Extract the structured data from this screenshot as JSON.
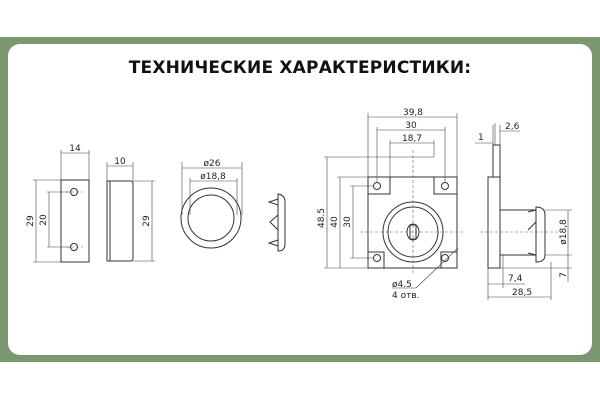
{
  "title": "ТЕХНИЧЕСКИЕ ХАРАКТЕРИСТИКИ:",
  "colors": {
    "frame": "#7a9770",
    "panel": "#ffffff",
    "line": "#333333"
  },
  "strike_plate": {
    "width": "14",
    "height": "29",
    "hole_spacing": "20"
  },
  "strike_side": {
    "depth": "10",
    "height": "29"
  },
  "rosette": {
    "outer_diameter": "ø26",
    "inner_diameter": "ø18,8"
  },
  "lock_front": {
    "width": "39,8",
    "hole_spacing_h": "30",
    "notch_width": "18,7",
    "total_height": "48.5",
    "body_height": "40",
    "hole_spacing_v": "30",
    "hole_note": "ø4.5",
    "hole_count": "4 отв."
  },
  "lock_side": {
    "plate": "1",
    "tab": "2,6",
    "cylinder_diameter": "ø18,8",
    "bottom_offset": "7",
    "offset": "7,4",
    "total_depth": "28,5"
  }
}
